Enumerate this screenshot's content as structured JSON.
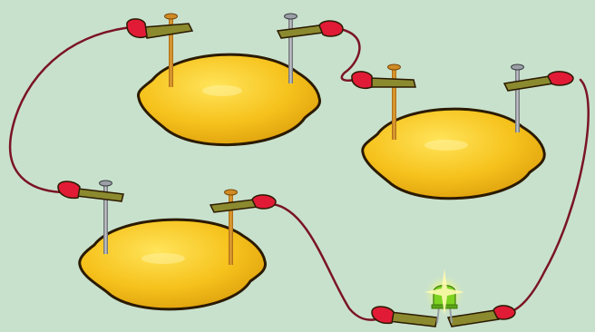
{
  "scene": {
    "subject": "lemon-battery-circuit",
    "lemon_count": 3,
    "led_color": "green",
    "colors": {
      "background": "#c8e1cd",
      "lemon": "#f6c21c",
      "lemon_shadow": "#d99a0b",
      "wire": "#7a1424",
      "clip_red": "#e11b36",
      "clip_olive": "#8b8a2f",
      "copper_nail": "#c9861f",
      "zinc_nail": "#8c8f93",
      "led": "#7ed321"
    },
    "electrodes": [
      {
        "lemon": "top",
        "side": "left",
        "metal": "copper"
      },
      {
        "lemon": "top",
        "side": "right",
        "metal": "zinc"
      },
      {
        "lemon": "right",
        "side": "left",
        "metal": "copper"
      },
      {
        "lemon": "right",
        "side": "right",
        "metal": "zinc"
      },
      {
        "lemon": "bottom",
        "side": "left",
        "metal": "zinc"
      },
      {
        "lemon": "bottom",
        "side": "right",
        "metal": "copper"
      }
    ]
  }
}
